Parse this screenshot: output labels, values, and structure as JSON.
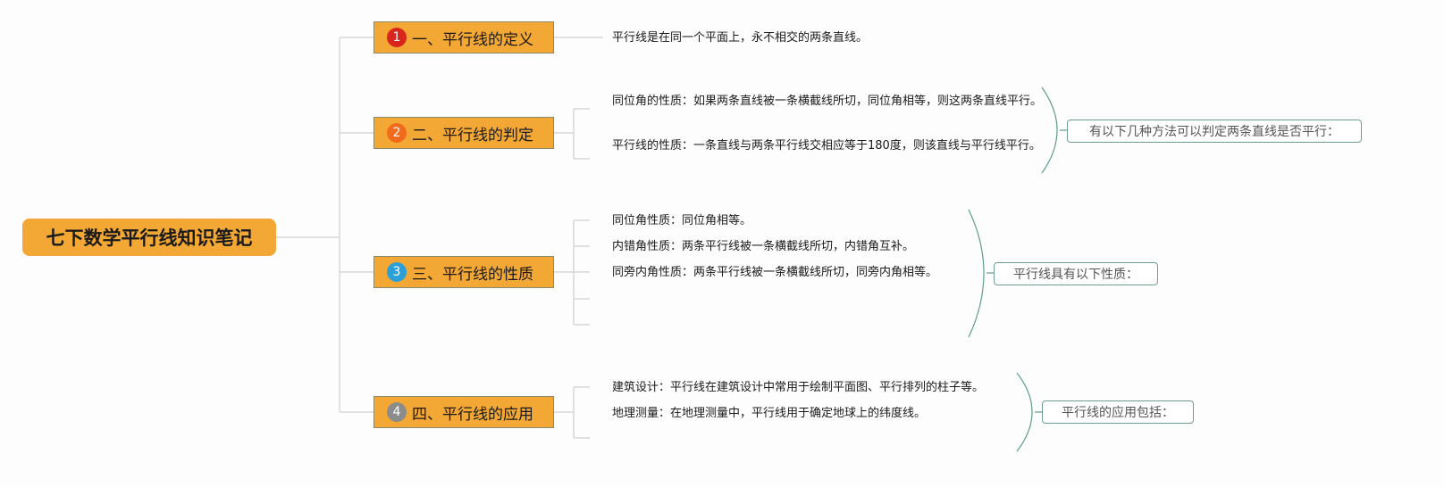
{
  "root": {
    "label": "七下数学平行线知识笔记"
  },
  "branches": [
    {
      "number": "1",
      "badge_color": "#d9261c",
      "label": "一、平行线的定义",
      "leaves": [
        "平行线是在同一个平面上，永不相交的两条直线。"
      ],
      "summary": ""
    },
    {
      "number": "2",
      "badge_color": "#f26b1d",
      "label": "二、平行线的判定",
      "leaves": [
        "同位角的性质：如果两条直线被一条横截线所切，同位角相等，则这两条直线平行。",
        "平行线的性质：一条直线与两条平行线交相应等于180度，则该直线与平行线平行。"
      ],
      "summary": "有以下几种方法可以判定两条直线是否平行："
    },
    {
      "number": "3",
      "badge_color": "#2a9fd8",
      "label": "三、平行线的性质",
      "leaves": [
        "同位角性质：同位角相等。",
        "内错角性质：两条平行线被一条横截线所切，内错角互补。",
        "同旁内角性质：两条平行线被一条横截线所切，同旁内角相等。"
      ],
      "summary": "平行线具有以下性质："
    },
    {
      "number": "4",
      "badge_color": "#8c8c8c",
      "label": "四、平行线的应用",
      "leaves": [
        "建筑设计：平行线在建筑设计中常用于绘制平面图、平行排列的柱子等。",
        "地理测量：在地理测量中，平行线用于确定地球上的纬度线。"
      ],
      "summary": "平行线的应用包括："
    }
  ],
  "colors": {
    "node_fill": "#f3a734",
    "connector": "#d0d0d0",
    "brace": "#5f9e86"
  }
}
